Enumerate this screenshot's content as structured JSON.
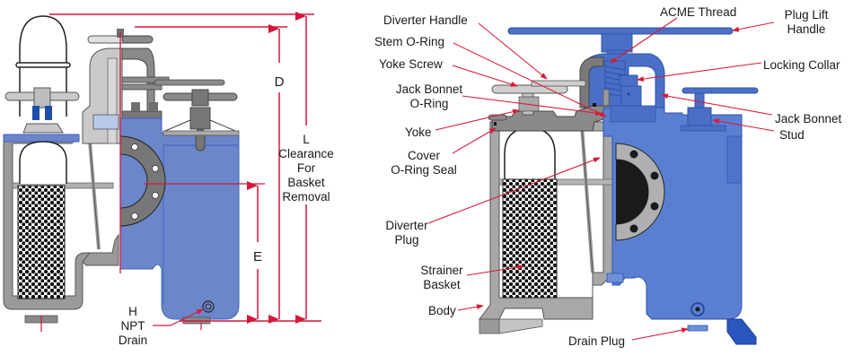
{
  "colors": {
    "body_blue": "#6b86c9",
    "body_blue_dark": "#3d63c0",
    "gray_light": "#c9c9c9",
    "gray_mid": "#9a9a9a",
    "gray_dark": "#6e6e6e",
    "leader_red": "#d81b3a",
    "dim_red": "#d6173b"
  },
  "left_diagram": {
    "dimensions": {
      "d": "D",
      "e": "E",
      "l": [
        "L",
        "Clearance",
        "For",
        "Basket",
        "Removal"
      ]
    },
    "labels": {
      "drain": [
        "H",
        "NPT",
        "Drain"
      ]
    }
  },
  "right_diagram": {
    "labels": {
      "diverter_handle": "Diverter Handle",
      "stem_o_ring": "Stem O-Ring",
      "yoke_screw": "Yoke Screw",
      "jack_bonnet_o_ring": [
        "Jack Bonnet",
        "O-Ring"
      ],
      "yoke": "Yoke",
      "cover_o_ring_seal": [
        "Cover",
        "O-Ring Seal"
      ],
      "diverter_plug": [
        "Diverter",
        "Plug"
      ],
      "strainer_basket": [
        "Strainer",
        "Basket"
      ],
      "body": "Body",
      "acme_thread": "ACME Thread",
      "plug_lift_handle": [
        "Plug Lift",
        "Handle"
      ],
      "locking_collar": "Locking Collar",
      "jack_bonnet_stud": [
        "Jack Bonnet",
        "Stud"
      ],
      "drain_plug": "Drain Plug"
    }
  }
}
